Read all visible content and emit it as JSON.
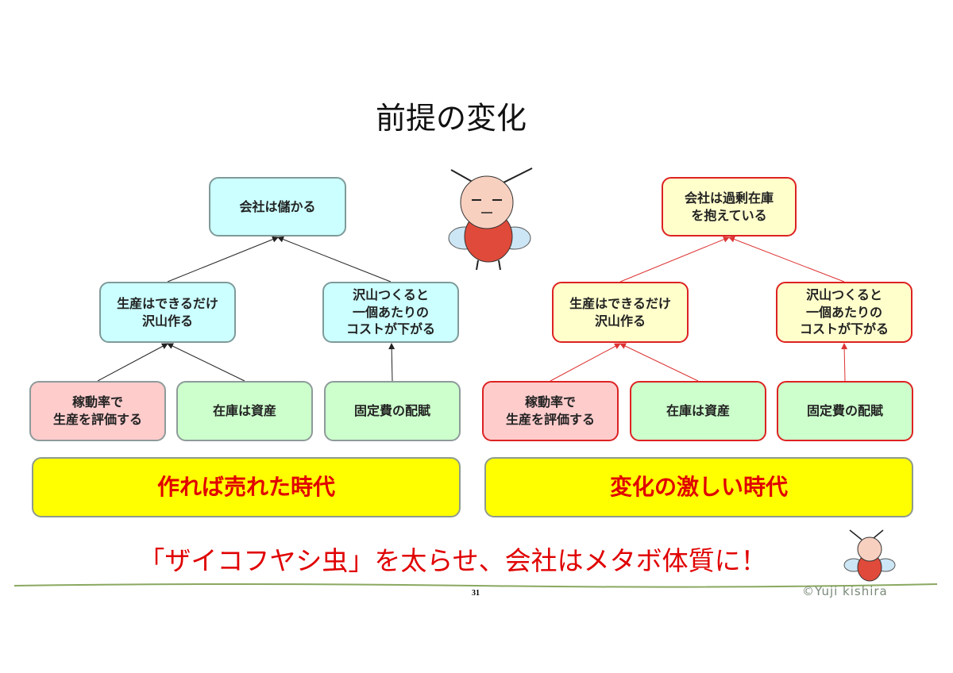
{
  "title": "前提の変化",
  "left": {
    "top": "会社は儲かる",
    "mid_left": "生産はできるだけ\n沢山作る",
    "mid_right": "沢山つくると\n一個あたりの\nコストが下がる",
    "bottom": [
      "稼動率で\n生産を評価する",
      "在庫は資産",
      "固定費の配賦"
    ],
    "era": "作れば売れた時代"
  },
  "right": {
    "top": "会社は過剰在庫\nを抱えている",
    "mid_left": "生産はできるだけ\n沢山作る",
    "mid_right": "沢山つくると\n一個あたりの\nコストが下がる",
    "bottom": [
      "稼動率で\n生産を評価する",
      "在庫は資産",
      "固定費の配賦"
    ],
    "era": "変化の激しい時代"
  },
  "slogan": "「ザイコフヤシ虫」を太らせ、会社はメタボ体質に！",
  "page_number": "31",
  "copyright": "©Yuji kishira",
  "colors": {
    "accent_red": "#e00000",
    "era_bg": "#ffff00",
    "cyan": "#ccffff",
    "pink": "#ffcccc",
    "green": "#ccffcc",
    "light_yellow": "#ffffcc"
  }
}
